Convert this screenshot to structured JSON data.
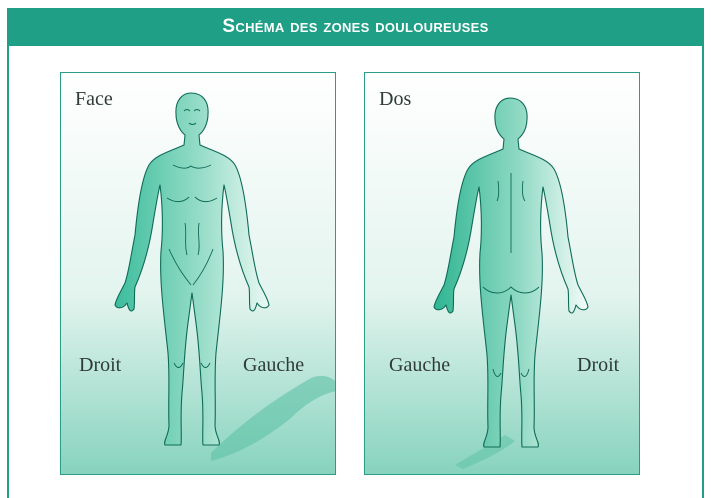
{
  "header": {
    "title": "Schéma des zones douloureuses"
  },
  "front": {
    "view_label": "Face",
    "side_left": "Droit",
    "side_right": "Gauche"
  },
  "back": {
    "view_label": "Dos",
    "side_left": "Gauche",
    "side_right": "Droit"
  },
  "colors": {
    "accent": "#1f9f86",
    "body_fill": "#3fbf9f",
    "body_stroke": "#0f6b57",
    "panel_gradient_top": "#ffffff",
    "panel_gradient_bottom": "#7fd1bb"
  }
}
